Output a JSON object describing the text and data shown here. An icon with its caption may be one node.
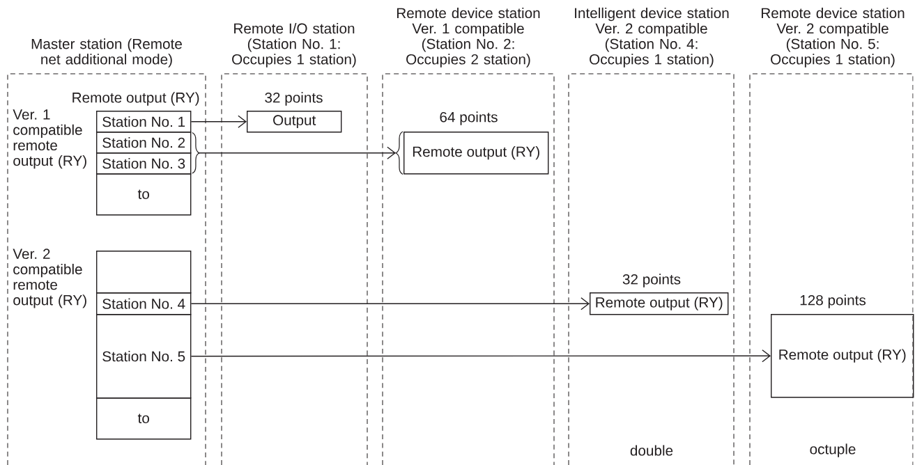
{
  "diagram": {
    "nodes": [
      {
        "text": [
          "Master station (Remote net additional mode)"
        ]
      },
      {
        "text": [
          "Station No. 1"
        ],
        "in": 0
      },
      {
        "text": [
          "Station No. 2"
        ],
        "in": 0
      },
      {
        "text": [
          "Station No. 3"
        ],
        "in": 0
      },
      {
        "text": [
          "to"
        ],
        "in": 0
      },
      {
        "text": [],
        "shape": "box",
        "in": 0
      },
      {
        "text": [
          "Station No. 4"
        ],
        "in": 0
      },
      {
        "text": [
          "Station No. 5"
        ],
        "in": 0
      },
      {
        "text": [
          "to"
        ],
        "in": 0
      },
      {
        "text": [
          "Remote I/O station (Station No. 1: Occupies 1 station)"
        ]
      },
      {
        "text": [
          "Output"
        ],
        "in": 9,
        "beside": [
          "32 points"
        ]
      },
      {
        "text": [
          "Remote device station Ver. 1 compatible (Station No. 2: Occupies 2 station)"
        ]
      },
      {
        "text": [
          "Remote output (RY)"
        ],
        "in": 11,
        "beside": [
          "64 points"
        ]
      },
      {
        "text": [
          "Intelligent device station Ver. 2 compatible (Station No. 4: Occupies 1 station)"
        ]
      },
      {
        "text": [
          "Remote output (RY)"
        ],
        "in": 13,
        "beside": [
          "32 points"
        ]
      },
      {
        "text": [
          "Remote device station Ver. 2 compatible (Station No. 5: Occupies 1 station)"
        ]
      },
      {
        "text": [
          "Remote output (RY)"
        ],
        "in": 15,
        "beside": [
          "128 points"
        ]
      }
    ],
    "edges": [
      {
        "from": 1,
        "to": 10,
        "arrow": "to"
      },
      {
        "from": 2,
        "to": 12,
        "arrow": "to"
      },
      {
        "from": 3,
        "to": 12,
        "arrow": "to"
      },
      {
        "from": 6,
        "to": 14,
        "arrow": "to"
      },
      {
        "from": 7,
        "to": 16,
        "arrow": "to"
      }
    ],
    "labels": [
      "Remote output (RY)",
      "Ver. 1 compatible remote output (RY)",
      "Ver. 2 compatible remote output (RY)",
      "double",
      "octuple"
    ]
  }
}
